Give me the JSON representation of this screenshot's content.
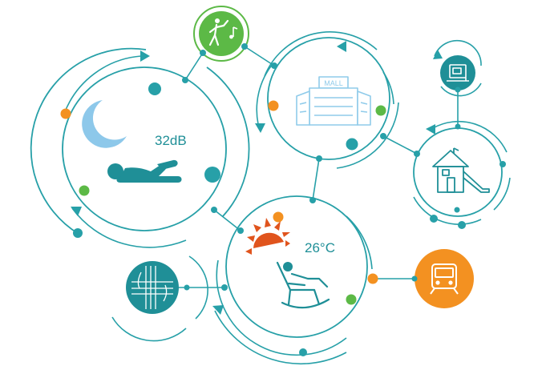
{
  "labels": {
    "noise_level": "32dB",
    "temperature": "26°C",
    "mall_sign": "MALL"
  },
  "icons": {
    "dance": "dancing-person-music-icon",
    "mall": "shopping-mall-building-icon",
    "machine": "sewing-machine-icon",
    "playground": "playhouse-slide-icon",
    "sleep": "moon-sleeping-person-icon",
    "relax": "sun-rocking-chair-icon",
    "roads": "road-interchange-icon",
    "train": "train-icon"
  },
  "colors": {
    "teal": "#27a0a8",
    "teal_dark": "#1f8f97",
    "light_blue": "#8dc8ea",
    "green": "#5cb946",
    "orange": "#f39121",
    "sun_orange": "#e0541d",
    "mall_line": "#8fcbea"
  }
}
